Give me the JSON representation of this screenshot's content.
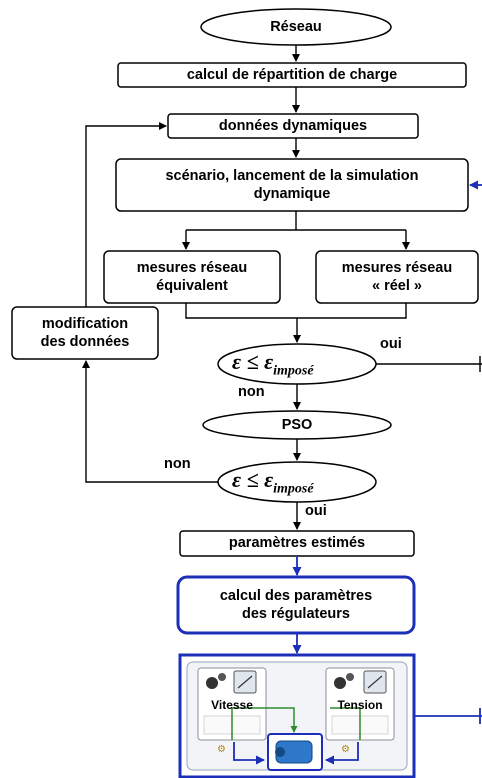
{
  "nodes": {
    "reseau": "Réseau",
    "calcul_repartition": "calcul de répartition de charge",
    "donnees_dynamiques": "données dynamiques",
    "scenario_line1": "scénario, lancement de la simulation",
    "scenario_line2": "dynamique",
    "mesures_equiv_line1": "mesures réseau",
    "mesures_equiv_line2": "équivalent",
    "mesures_reel_line1": "mesures réseau",
    "mesures_reel_line2": "« réel »",
    "modification_line1": "modification",
    "modification_line2": "des données",
    "pso": "PSO",
    "parametres_estimes": "paramètres estimés",
    "calcul_regulateurs_line1": "calcul des paramètres",
    "calcul_regulateurs_line2": "des régulateurs"
  },
  "conditions": {
    "symbol": "ε ≤ ε",
    "subscript": "imposé"
  },
  "edge_labels": {
    "oui_1": "oui",
    "non_1": "non",
    "non_2": "non",
    "oui_2": "oui"
  },
  "panel": {
    "vitesse": "Vitesse",
    "tension": "Tension"
  },
  "colors": {
    "black": "#000000",
    "accent_blue": "#1c2fb8",
    "green": "#2e8b2e"
  }
}
